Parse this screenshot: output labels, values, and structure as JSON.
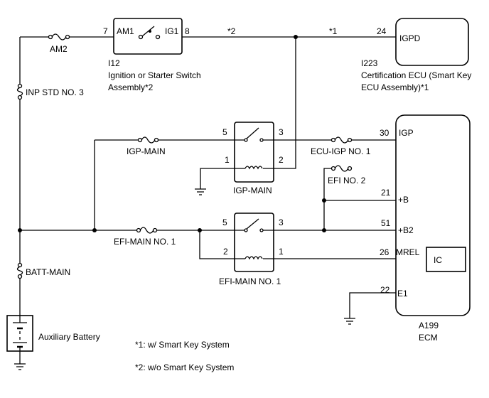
{
  "fuses": {
    "am2": "AM2",
    "inp_std3": "INP STD NO. 3",
    "igp_main": "IGP-MAIN",
    "ecu_igp1": "ECU-IGP NO. 1",
    "efi2": "EFI NO. 2",
    "efi_main1": "EFI-MAIN NO. 1",
    "batt_main": "BATT-MAIN"
  },
  "ign_switch": {
    "pin_in": "7",
    "term_in": "AM1",
    "term_out": "IG1",
    "pin_out": "8",
    "code": "I12",
    "name_line1": "Ignition or Starter Switch",
    "name_line2": "Assembly*2"
  },
  "wire_notes": {
    "star2": "*2",
    "star1": "*1"
  },
  "cert_ecu": {
    "pin": "24",
    "term": "IGPD",
    "code": "I223",
    "name_line1": "Certification ECU (Smart Key",
    "name_line2": "ECU Assembly)*1"
  },
  "igp_relay": {
    "p5": "5",
    "p3": "3",
    "p1": "1",
    "p2": "2",
    "label": "IGP-MAIN"
  },
  "efi_relay": {
    "p5": "5",
    "p3": "3",
    "p2": "2",
    "p1": "1",
    "label": "EFI-MAIN NO. 1"
  },
  "ecm": {
    "pin30": "30",
    "igp": "IGP",
    "pin21": "21",
    "plus_b": "+B",
    "pin51": "51",
    "plus_b2": "+B2",
    "pin26": "26",
    "mrel": "MREL",
    "ic": "IC",
    "pin22": "22",
    "e1": "E1",
    "code": "A199",
    "name": "ECM"
  },
  "battery": "Auxiliary Battery",
  "notes": {
    "note1": "*1: w/ Smart Key System",
    "note2": "*2: w/o Smart Key System"
  }
}
